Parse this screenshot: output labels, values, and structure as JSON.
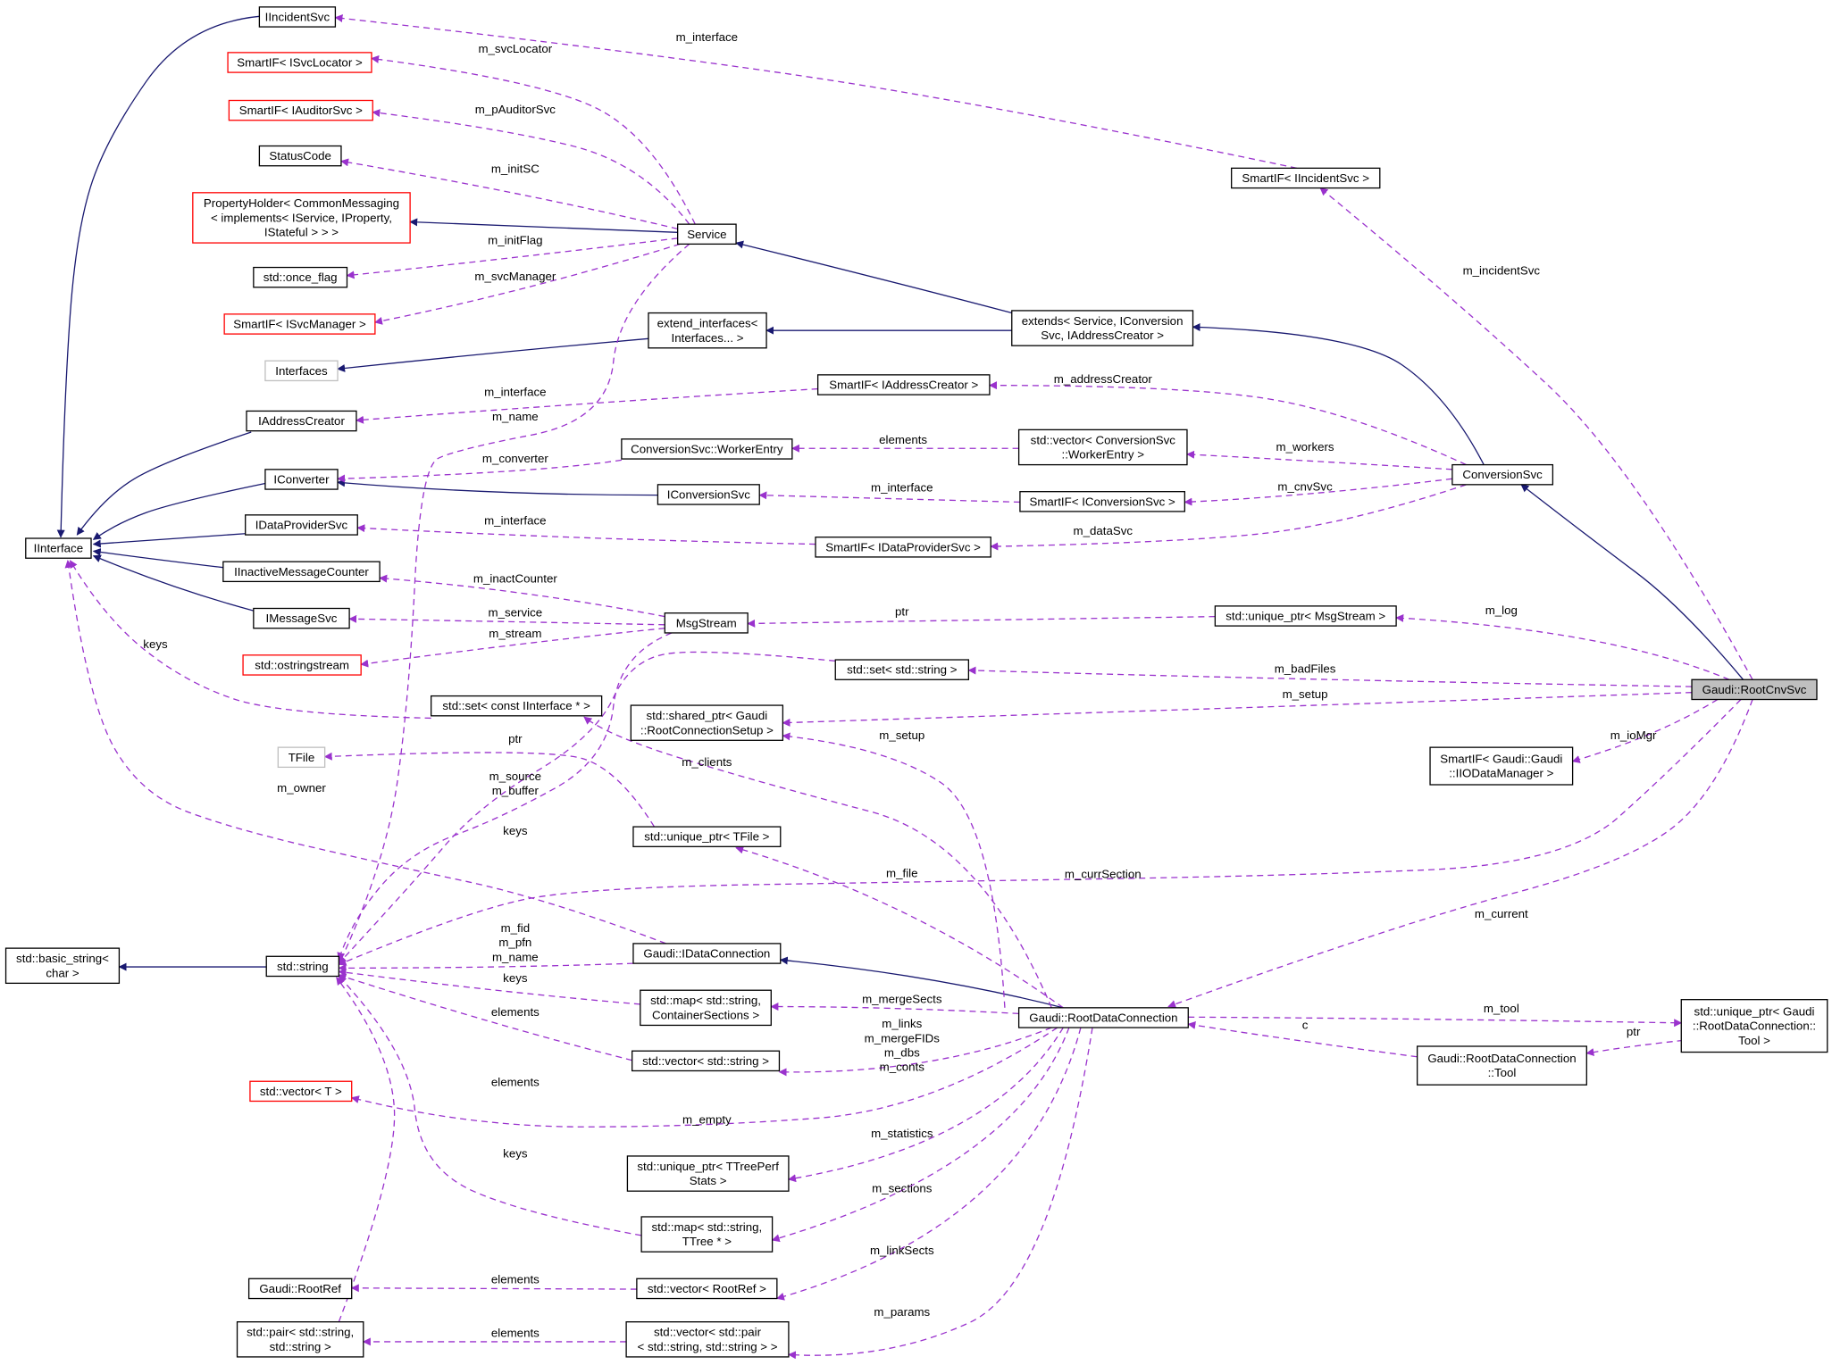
{
  "diagram": {
    "title": "",
    "colors": {
      "inheritance_edge": "#191970",
      "usage_edge": "#9a32cd",
      "node_border": "#000000",
      "undocumented_node_border": "#ff0000",
      "external_node_border": "#bfbfbf",
      "highlighted_node_fill": "#bfbfbf"
    },
    "nodes": [
      {
        "id": "IIncidentSvc",
        "lines": [
          "IIncidentSvc"
        ],
        "style": "normal"
      },
      {
        "id": "SmartIF_ISvcLocator",
        "lines": [
          "SmartIF< ISvcLocator >"
        ],
        "style": "red"
      },
      {
        "id": "SmartIF_IAuditorSvc",
        "lines": [
          "SmartIF< IAuditorSvc >"
        ],
        "style": "red"
      },
      {
        "id": "StatusCode",
        "lines": [
          "StatusCode"
        ],
        "style": "normal"
      },
      {
        "id": "PropertyHolder",
        "lines": [
          "PropertyHolder< CommonMessaging",
          "< implements< IService, IProperty,",
          "IStateful > > >"
        ],
        "style": "red"
      },
      {
        "id": "std_once_flag",
        "lines": [
          "std::once_flag"
        ],
        "style": "normal"
      },
      {
        "id": "SmartIF_ISvcManager",
        "lines": [
          "SmartIF< ISvcManager >"
        ],
        "style": "red"
      },
      {
        "id": "Interfaces",
        "lines": [
          "Interfaces"
        ],
        "style": "gray"
      },
      {
        "id": "IAddressCreator",
        "lines": [
          "IAddressCreator"
        ],
        "style": "normal"
      },
      {
        "id": "IConverter",
        "lines": [
          "IConverter"
        ],
        "style": "normal"
      },
      {
        "id": "IInterface",
        "lines": [
          "IInterface"
        ],
        "style": "normal"
      },
      {
        "id": "IDataProviderSvc",
        "lines": [
          "IDataProviderSvc"
        ],
        "style": "normal"
      },
      {
        "id": "IInactiveMessageCounter",
        "lines": [
          "IInactiveMessageCounter"
        ],
        "style": "normal"
      },
      {
        "id": "IMessageSvc",
        "lines": [
          "IMessageSvc"
        ],
        "style": "normal"
      },
      {
        "id": "std_ostringstream",
        "lines": [
          "std::ostringstream"
        ],
        "style": "red"
      },
      {
        "id": "TFile",
        "lines": [
          "TFile"
        ],
        "style": "gray"
      },
      {
        "id": "std_basic_string",
        "lines": [
          "std::basic_string<",
          "char >"
        ],
        "style": "normal"
      },
      {
        "id": "std_string",
        "lines": [
          "std::string"
        ],
        "style": "normal"
      },
      {
        "id": "std_vector_T",
        "lines": [
          "std::vector< T >"
        ],
        "style": "red"
      },
      {
        "id": "Gaudi_RootRef",
        "lines": [
          "Gaudi::RootRef"
        ],
        "style": "normal"
      },
      {
        "id": "std_pair_string",
        "lines": [
          "std::pair< std::string,",
          "std::string >"
        ],
        "style": "normal"
      },
      {
        "id": "Service",
        "lines": [
          "Service"
        ],
        "style": "normal"
      },
      {
        "id": "extend_interfaces",
        "lines": [
          "extend_interfaces<",
          "Interfaces... >"
        ],
        "style": "normal"
      },
      {
        "id": "ConversionSvc_WorkerEntry",
        "lines": [
          "ConversionSvc::WorkerEntry"
        ],
        "style": "normal"
      },
      {
        "id": "IConversionSvc",
        "lines": [
          "IConversionSvc"
        ],
        "style": "normal"
      },
      {
        "id": "MsgStream",
        "lines": [
          "MsgStream"
        ],
        "style": "normal"
      },
      {
        "id": "std_set_const_IInterface",
        "lines": [
          "std::set< const IInterface * >"
        ],
        "style": "normal"
      },
      {
        "id": "std_set_string",
        "lines": [
          "std::set< std::string >"
        ],
        "style": "normal"
      },
      {
        "id": "std_shared_ptr_RootConnectionSetup",
        "lines": [
          "std::shared_ptr< Gaudi",
          "::RootConnectionSetup >"
        ],
        "style": "normal"
      },
      {
        "id": "std_unique_ptr_TFile",
        "lines": [
          "std::unique_ptr< TFile >"
        ],
        "style": "normal"
      },
      {
        "id": "Gaudi_IDataConnection",
        "lines": [
          "Gaudi::IDataConnection"
        ],
        "style": "normal"
      },
      {
        "id": "std_map_ContainerSections",
        "lines": [
          "std::map< std::string,",
          "ContainerSections >"
        ],
        "style": "normal"
      },
      {
        "id": "std_vector_string",
        "lines": [
          "std::vector< std::string >"
        ],
        "style": "normal"
      },
      {
        "id": "std_unique_ptr_TTreePerfStats",
        "lines": [
          "std::unique_ptr< TTreePerf",
          "Stats >"
        ],
        "style": "normal"
      },
      {
        "id": "std_map_TTree",
        "lines": [
          "std::map< std::string,",
          "TTree * >"
        ],
        "style": "normal"
      },
      {
        "id": "std_vector_RootRef",
        "lines": [
          "std::vector< RootRef >"
        ],
        "style": "normal"
      },
      {
        "id": "std_vector_pair",
        "lines": [
          "std::vector< std::pair",
          "< std::string, std::string > >"
        ],
        "style": "normal"
      },
      {
        "id": "SmartIF_IAddressCreator",
        "lines": [
          "SmartIF< IAddressCreator >"
        ],
        "style": "normal"
      },
      {
        "id": "std_vector_WorkerEntry",
        "lines": [
          "std::vector< ConversionSvc",
          "::WorkerEntry >"
        ],
        "style": "normal"
      },
      {
        "id": "SmartIF_IConversionSvc",
        "lines": [
          "SmartIF< IConversionSvc >"
        ],
        "style": "normal"
      },
      {
        "id": "SmartIF_IDataProviderSvc",
        "lines": [
          "SmartIF< IDataProviderSvc >"
        ],
        "style": "normal"
      },
      {
        "id": "std_unique_ptr_MsgStream",
        "lines": [
          "std::unique_ptr< MsgStream >"
        ],
        "style": "normal"
      },
      {
        "id": "extends_Service",
        "lines": [
          "extends< Service, IConversion",
          "Svc, IAddressCreator >"
        ],
        "style": "normal"
      },
      {
        "id": "SmartIF_IIncidentSvc",
        "lines": [
          "SmartIF< IIncidentSvc >"
        ],
        "style": "normal"
      },
      {
        "id": "ConversionSvc",
        "lines": [
          "ConversionSvc"
        ],
        "style": "normal"
      },
      {
        "id": "Gaudi_RootDataConnection",
        "lines": [
          "Gaudi::RootDataConnection"
        ],
        "style": "normal"
      },
      {
        "id": "SmartIF_IIODataManager",
        "lines": [
          "SmartIF< Gaudi::Gaudi",
          "::IIODataManager >"
        ],
        "style": "normal"
      },
      {
        "id": "Gaudi_RootDataConnection_Tool",
        "lines": [
          "Gaudi::RootDataConnection",
          "::Tool"
        ],
        "style": "normal"
      },
      {
        "id": "std_unique_ptr_Tool",
        "lines": [
          "std::unique_ptr< Gaudi",
          "::RootDataConnection::",
          "Tool >"
        ],
        "style": "normal"
      },
      {
        "id": "Gaudi_RootCnvSvc",
        "lines": [
          "Gaudi::RootCnvSvc"
        ],
        "style": "highlighted"
      }
    ],
    "edges": [
      {
        "from": "IIncidentSvc",
        "to": "IInterface",
        "type": "inheritance",
        "labels": []
      },
      {
        "from": "IAddressCreator",
        "to": "IInterface",
        "type": "inheritance",
        "labels": []
      },
      {
        "from": "IConverter",
        "to": "IInterface",
        "type": "inheritance",
        "labels": []
      },
      {
        "from": "IDataProviderSvc",
        "to": "IInterface",
        "type": "inheritance",
        "labels": []
      },
      {
        "from": "IInactiveMessageCounter",
        "to": "IInterface",
        "type": "inheritance",
        "labels": []
      },
      {
        "from": "IMessageSvc",
        "to": "IInterface",
        "type": "inheritance",
        "labels": []
      },
      {
        "from": "Service",
        "to": "PropertyHolder",
        "type": "inheritance",
        "labels": []
      },
      {
        "from": "extend_interfaces",
        "to": "Interfaces",
        "type": "inheritance",
        "labels": []
      },
      {
        "from": "IConversionSvc",
        "to": "IConverter",
        "type": "inheritance",
        "labels": []
      },
      {
        "from": "extends_Service",
        "to": "Service",
        "type": "inheritance",
        "labels": []
      },
      {
        "from": "extends_Service",
        "to": "extend_interfaces",
        "type": "inheritance",
        "labels": []
      },
      {
        "from": "ConversionSvc",
        "to": "extends_Service",
        "type": "inheritance",
        "labels": []
      },
      {
        "from": "Gaudi_RootCnvSvc",
        "to": "ConversionSvc",
        "type": "inheritance",
        "labels": []
      },
      {
        "from": "std_string",
        "to": "std_basic_string",
        "type": "inheritance",
        "labels": []
      },
      {
        "from": "Gaudi_RootDataConnection",
        "to": "Gaudi_IDataConnection",
        "type": "inheritance",
        "labels": []
      },
      {
        "from": "SmartIF_IIncidentSvc",
        "to": "IIncidentSvc",
        "type": "usage",
        "labels": [
          "m_interface"
        ]
      },
      {
        "from": "Service",
        "to": "SmartIF_ISvcLocator",
        "type": "usage",
        "labels": [
          "m_svcLocator"
        ]
      },
      {
        "from": "Service",
        "to": "SmartIF_IAuditorSvc",
        "type": "usage",
        "labels": [
          "m_pAuditorSvc"
        ]
      },
      {
        "from": "Service",
        "to": "StatusCode",
        "type": "usage",
        "labels": [
          "m_initSC"
        ]
      },
      {
        "from": "Service",
        "to": "std_once_flag",
        "type": "usage",
        "labels": [
          "m_initFlag"
        ]
      },
      {
        "from": "Service",
        "to": "SmartIF_ISvcManager",
        "type": "usage",
        "labels": [
          "m_svcManager"
        ]
      },
      {
        "from": "Service",
        "to": "std_string",
        "type": "usage",
        "labels": [
          "m_name"
        ]
      },
      {
        "from": "SmartIF_IAddressCreator",
        "to": "IAddressCreator",
        "type": "usage",
        "labels": [
          "m_interface"
        ]
      },
      {
        "from": "ConversionSvc_WorkerEntry",
        "to": "IConverter",
        "type": "usage",
        "labels": [
          "m_converter"
        ]
      },
      {
        "from": "SmartIF_IConversionSvc",
        "to": "IConversionSvc",
        "type": "usage",
        "labels": [
          "m_interface"
        ]
      },
      {
        "from": "SmartIF_IDataProviderSvc",
        "to": "IDataProviderSvc",
        "type": "usage",
        "labels": [
          "m_interface"
        ]
      },
      {
        "from": "std_vector_WorkerEntry",
        "to": "ConversionSvc_WorkerEntry",
        "type": "usage",
        "labels": [
          "elements"
        ]
      },
      {
        "from": "MsgStream",
        "to": "IInactiveMessageCounter",
        "type": "usage",
        "labels": [
          "m_inactCounter"
        ]
      },
      {
        "from": "MsgStream",
        "to": "IMessageSvc",
        "type": "usage",
        "labels": [
          "m_service"
        ]
      },
      {
        "from": "MsgStream",
        "to": "std_ostringstream",
        "type": "usage",
        "labels": [
          "m_stream"
        ]
      },
      {
        "from": "MsgStream",
        "to": "std_string",
        "type": "usage",
        "labels": [
          "m_source",
          "m_buffer"
        ]
      },
      {
        "from": "std_unique_ptr_MsgStream",
        "to": "MsgStream",
        "type": "usage",
        "labels": [
          "ptr"
        ]
      },
      {
        "from": "std_set_const_IInterface",
        "to": "IInterface",
        "type": "usage",
        "labels": [
          "keys"
        ]
      },
      {
        "from": "std_set_string",
        "to": "std_string",
        "type": "usage",
        "labels": [
          "keys"
        ]
      },
      {
        "from": "std_unique_ptr_TFile",
        "to": "TFile",
        "type": "usage",
        "labels": [
          "ptr"
        ]
      },
      {
        "from": "Gaudi_IDataConnection",
        "to": "IInterface",
        "type": "usage",
        "labels": [
          "m_owner"
        ]
      },
      {
        "from": "Gaudi_IDataConnection",
        "to": "std_string",
        "type": "usage",
        "labels": [
          "m_fid",
          "m_pfn",
          "m_name"
        ]
      },
      {
        "from": "std_map_ContainerSections",
        "to": "std_string",
        "type": "usage",
        "labels": [
          "keys"
        ]
      },
      {
        "from": "std_vector_string",
        "to": "std_string",
        "type": "usage",
        "labels": [
          "elements"
        ]
      },
      {
        "from": "std_map_TTree",
        "to": "std_string",
        "type": "usage",
        "labels": [
          "keys"
        ]
      },
      {
        "from": "std_vector_RootRef",
        "to": "Gaudi_RootRef",
        "type": "usage",
        "labels": [
          "elements"
        ]
      },
      {
        "from": "std_vector_pair",
        "to": "std_pair_string",
        "type": "usage",
        "labels": [
          "elements"
        ]
      },
      {
        "from": "std_pair_string",
        "to": "std_string",
        "type": "usage",
        "labels": [
          "elements"
        ]
      },
      {
        "from": "ConversionSvc",
        "to": "SmartIF_IAddressCreator",
        "type": "usage",
        "labels": [
          "m_addressCreator"
        ]
      },
      {
        "from": "ConversionSvc",
        "to": "std_vector_WorkerEntry",
        "type": "usage",
        "labels": [
          "m_workers"
        ]
      },
      {
        "from": "ConversionSvc",
        "to": "SmartIF_IConversionSvc",
        "type": "usage",
        "labels": [
          "m_cnvSvc"
        ]
      },
      {
        "from": "ConversionSvc",
        "to": "SmartIF_IDataProviderSvc",
        "type": "usage",
        "labels": [
          "m_dataSvc"
        ]
      },
      {
        "from": "Gaudi_RootCnvSvc",
        "to": "SmartIF_IIncidentSvc",
        "type": "usage",
        "labels": [
          "m_incidentSvc"
        ]
      },
      {
        "from": "Gaudi_RootCnvSvc",
        "to": "std_unique_ptr_MsgStream",
        "type": "usage",
        "labels": [
          "m_log"
        ]
      },
      {
        "from": "Gaudi_RootCnvSvc",
        "to": "std_set_string",
        "type": "usage",
        "labels": [
          "m_badFiles"
        ]
      },
      {
        "from": "Gaudi_RootCnvSvc",
        "to": "std_shared_ptr_RootConnectionSetup",
        "type": "usage",
        "labels": [
          "m_setup"
        ]
      },
      {
        "from": "Gaudi_RootCnvSvc",
        "to": "SmartIF_IIODataManager",
        "type": "usage",
        "labels": [
          "m_ioMgr"
        ]
      },
      {
        "from": "Gaudi_RootCnvSvc",
        "to": "std_string",
        "type": "usage",
        "labels": [
          "m_currSection"
        ]
      },
      {
        "from": "Gaudi_RootCnvSvc",
        "to": "Gaudi_RootDataConnection",
        "type": "usage",
        "labels": [
          "m_current"
        ]
      },
      {
        "from": "Gaudi_RootDataConnection",
        "to": "std_shared_ptr_RootConnectionSetup",
        "type": "usage",
        "labels": [
          "m_setup"
        ]
      },
      {
        "from": "Gaudi_RootDataConnection",
        "to": "std_set_const_IInterface",
        "type": "usage",
        "labels": [
          "m_clients"
        ]
      },
      {
        "from": "Gaudi_RootDataConnection",
        "to": "std_unique_ptr_TFile",
        "type": "usage",
        "labels": [
          "m_file"
        ]
      },
      {
        "from": "Gaudi_RootDataConnection",
        "to": "std_map_ContainerSections",
        "type": "usage",
        "labels": [
          "m_mergeSects"
        ]
      },
      {
        "from": "Gaudi_RootDataConnection",
        "to": "std_vector_string",
        "type": "usage",
        "labels": [
          "m_links",
          "m_mergeFIDs",
          "m_dbs",
          "m_conts"
        ]
      },
      {
        "from": "Gaudi_RootDataConnection",
        "to": "std_vector_T",
        "type": "usage",
        "labels": [
          "m_empty"
        ]
      },
      {
        "from": "Gaudi_RootDataConnection",
        "to": "std_unique_ptr_TTreePerfStats",
        "type": "usage",
        "labels": [
          "m_statistics"
        ]
      },
      {
        "from": "Gaudi_RootDataConnection",
        "to": "std_map_TTree",
        "type": "usage",
        "labels": [
          "m_sections"
        ]
      },
      {
        "from": "Gaudi_RootDataConnection",
        "to": "std_vector_RootRef",
        "type": "usage",
        "labels": [
          "m_linkSects"
        ]
      },
      {
        "from": "Gaudi_RootDataConnection",
        "to": "std_vector_pair",
        "type": "usage",
        "labels": [
          "m_params"
        ]
      },
      {
        "from": "Gaudi_RootDataConnection",
        "to": "std_unique_ptr_Tool",
        "type": "usage",
        "labels": [
          "m_tool"
        ]
      },
      {
        "from": "Gaudi_RootDataConnection_Tool",
        "to": "Gaudi_RootDataConnection",
        "type": "usage",
        "labels": [
          "c"
        ]
      },
      {
        "from": "std_unique_ptr_Tool",
        "to": "Gaudi_RootDataConnection_Tool",
        "type": "usage",
        "labels": [
          "ptr"
        ]
      }
    ]
  }
}
